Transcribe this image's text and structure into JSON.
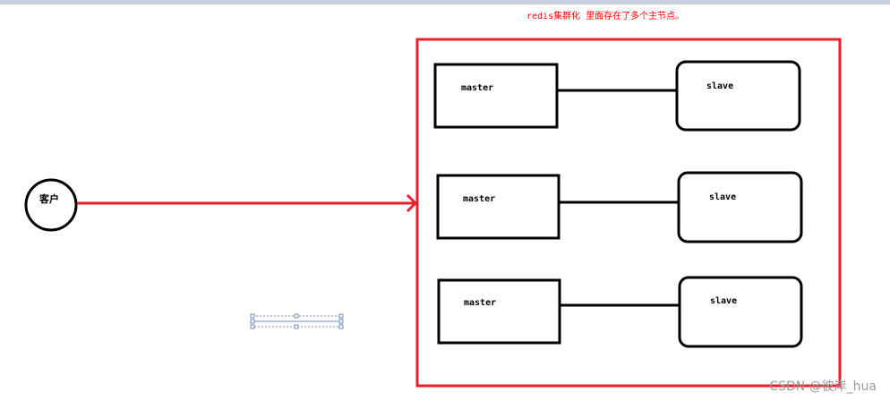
{
  "caption": "redis集群化 里面存在了多个主节点。",
  "client": {
    "label": "客户"
  },
  "pairs": [
    {
      "master": "master",
      "slave": "slave"
    },
    {
      "master": "master",
      "slave": "slave"
    },
    {
      "master": "master",
      "slave": "slave"
    }
  ],
  "watermark": "CSDN @彼岸_hua",
  "colors": {
    "accent_red": "#e8202a",
    "caption_red": "#ff0000",
    "stroke": "#000000",
    "top_bar": "#c9cfe0",
    "selection": "#6f8fb8",
    "watermark": "#9a9a9a"
  }
}
